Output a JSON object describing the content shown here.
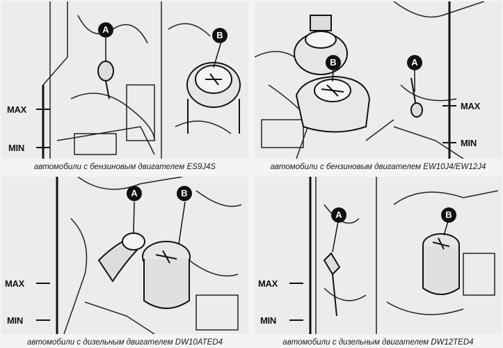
{
  "panels": [
    {
      "caption": "автомобили с бензиновым двигателем ES9J4S",
      "max_label": "MAX",
      "min_label": "MIN",
      "callout_a": "A",
      "callout_b": "B"
    },
    {
      "caption": "автомобили с бензиновым двигателем EW10J4/EW12J4",
      "max_label": "MAX",
      "min_label": "MIN",
      "callout_a": "A",
      "callout_b": "B"
    },
    {
      "caption": "автомобили с дизельным двигателем DW10ATED4",
      "max_label": "MAX",
      "min_label": "MIN",
      "callout_a": "A",
      "callout_b": "B"
    },
    {
      "caption": "автомобили с дизельным двигателем DW12TED4",
      "max_label": "MAX",
      "min_label": "MIN",
      "callout_a": "A",
      "callout_b": "B"
    }
  ]
}
